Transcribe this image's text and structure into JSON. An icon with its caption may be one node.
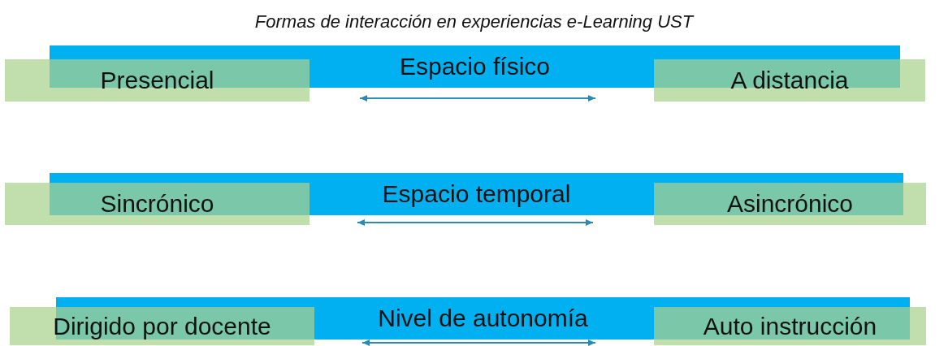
{
  "diagram": {
    "title": "Formas de interacción en experiencias e-Learning UST",
    "nodes": [
      {
        "text": [
          "Presencial"
        ]
      },
      {
        "text": [
          "Espacio físico"
        ]
      },
      {
        "text": [
          "A distancia"
        ]
      },
      {
        "text": [
          "Sincrónico"
        ]
      },
      {
        "text": [
          "Espacio temporal"
        ]
      },
      {
        "text": [
          "Asincrónico"
        ]
      },
      {
        "text": [
          "Dirigido por docente"
        ]
      },
      {
        "text": [
          "Nivel de autonomía"
        ]
      },
      {
        "text": [
          "Auto instrucción"
        ]
      }
    ]
  }
}
